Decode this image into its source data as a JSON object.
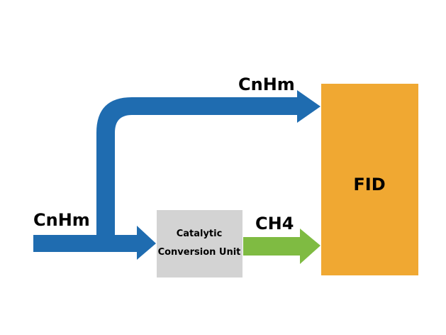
{
  "diagram": {
    "inlet_label": "CnHm",
    "bypass_label": "CnHm",
    "converter_label_line1": "Catalytic",
    "converter_label_line2": "Conversion Unit",
    "product_label": "CH4",
    "detector_label": "FID"
  },
  "colors": {
    "hydrocarbon_flow": "#1f6cb0",
    "methane_flow": "#7fbb42",
    "converter_box": "#d3d3d3",
    "detector_box": "#f0a832",
    "text": "#000000",
    "background": "#ffffff"
  }
}
